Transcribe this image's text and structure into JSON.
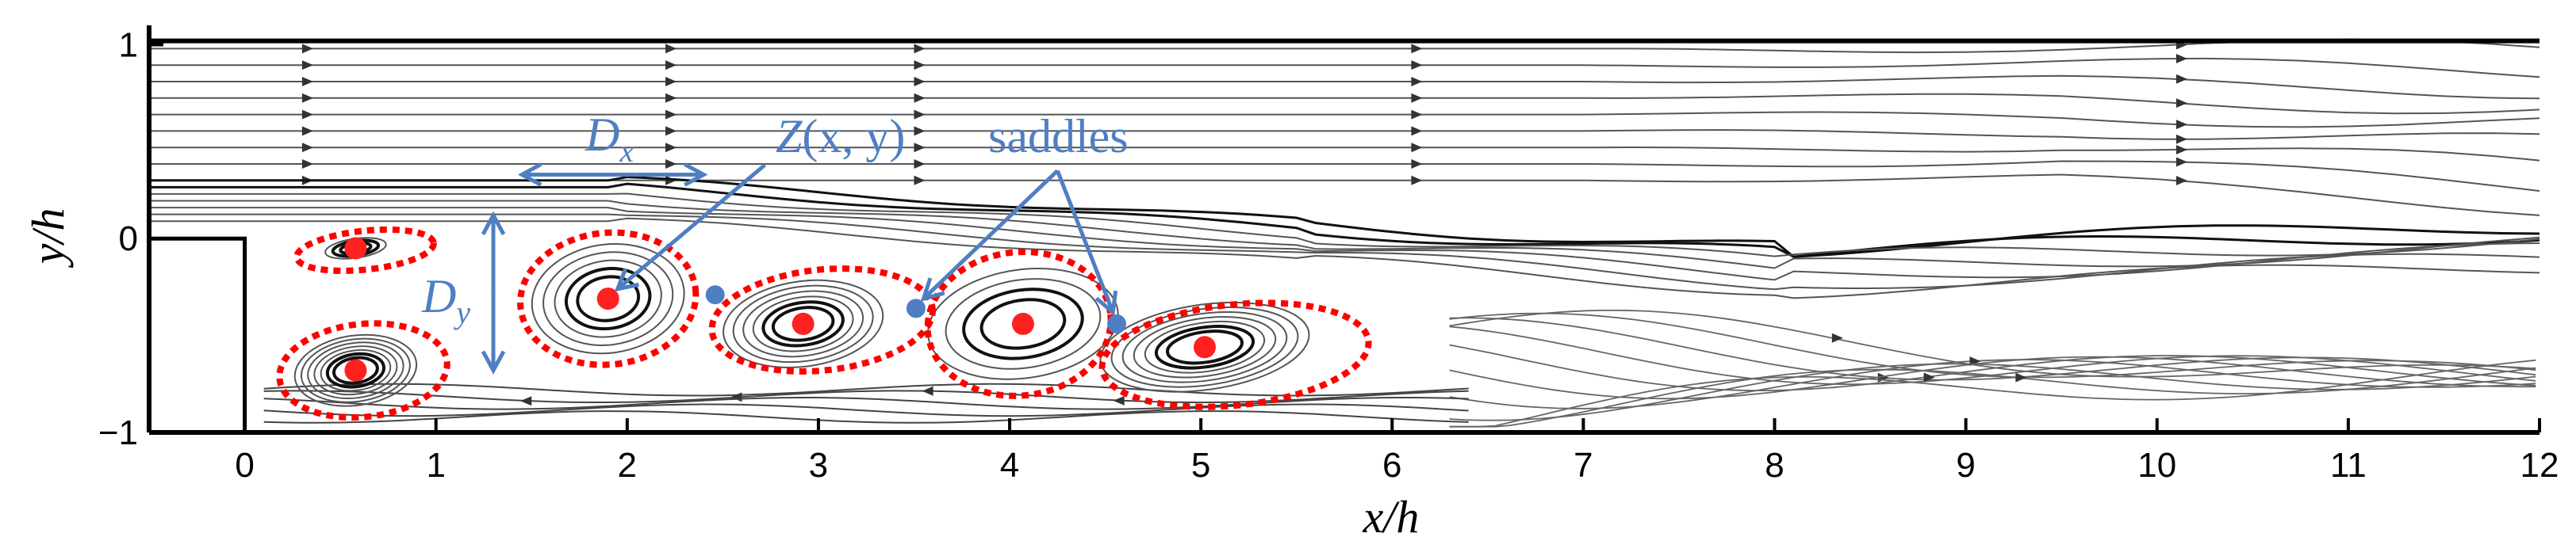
{
  "chart_data": {
    "type": "scatter",
    "title": "",
    "xlabel": "x/h",
    "ylabel": "y/h",
    "xlim": [
      -0.5,
      12
    ],
    "ylim": [
      -1,
      1.1
    ],
    "xticks": [
      0,
      1,
      2,
      3,
      4,
      5,
      6,
      7,
      8,
      9,
      10,
      11,
      12
    ],
    "yticks": [
      -1,
      0,
      1
    ],
    "grid": false,
    "step": {
      "x": 0,
      "top": 0
    },
    "series": [
      {
        "kind": "vortex-centers",
        "points": [
          {
            "x": 0.58,
            "y": -0.05
          },
          {
            "x": 0.58,
            "y": -0.68
          },
          {
            "x": 1.9,
            "y": -0.31
          },
          {
            "x": 2.92,
            "y": -0.44
          },
          {
            "x": 4.07,
            "y": -0.44
          },
          {
            "x": 5.02,
            "y": -0.56
          }
        ]
      },
      {
        "kind": "saddle-points",
        "points": [
          {
            "x": 2.46,
            "y": -0.29
          },
          {
            "x": 3.51,
            "y": -0.36
          },
          {
            "x": 4.56,
            "y": -0.44
          }
        ]
      }
    ],
    "annotations": {
      "dx": "D",
      "dx_sub": "x",
      "dy": "D",
      "dy_sub": "y",
      "z_name": "Z",
      "z_args": "(x, y)",
      "saddles": "saddles"
    },
    "colors": {
      "vortex": "#ff2020",
      "saddle": "#4f7fc2",
      "annotation": "#4f7fc2",
      "ellipse": "#ff0000",
      "streamline": "#555555"
    }
  }
}
